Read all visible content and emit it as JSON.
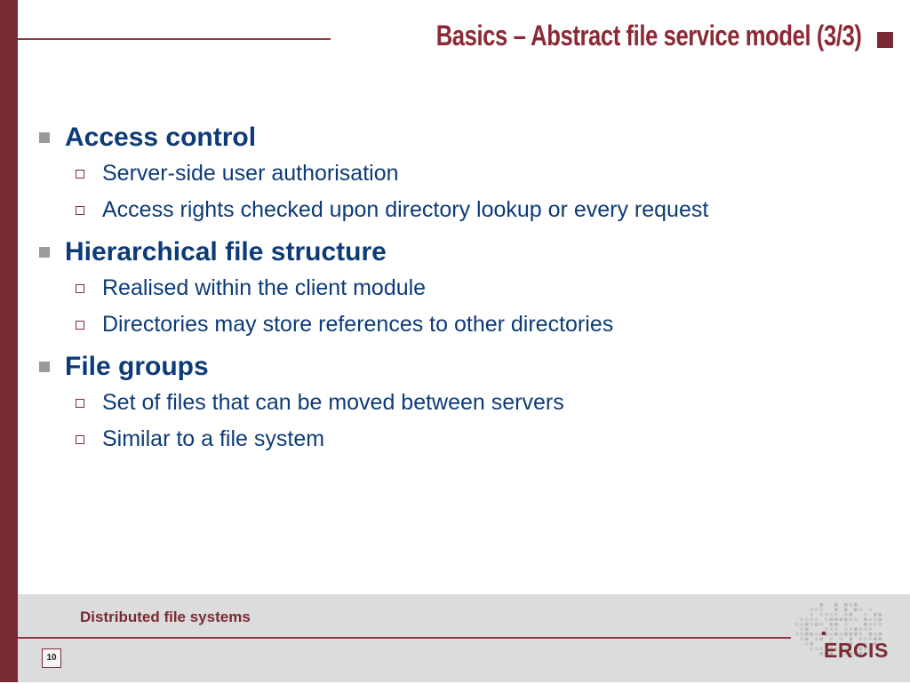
{
  "slide": {
    "title": "Basics – Abstract file service model (3/3)"
  },
  "sections": [
    {
      "heading": "Access control",
      "items": [
        "Server-side user authorisation",
        "Access rights checked upon directory lookup or every request"
      ]
    },
    {
      "heading": "Hierarchical file structure",
      "items": [
        "Realised within the client module",
        "Directories may store references to other directories"
      ]
    },
    {
      "heading": "File groups",
      "items": [
        "Set of files that can be moved between servers",
        "Similar to a file system"
      ]
    }
  ],
  "footer": {
    "course": "Distributed file systems",
    "page_number": "10",
    "logo_text": "ERCIS",
    "logo_icon": "europe-map-dots-icon"
  },
  "colors": {
    "accent": "#7a2a33",
    "title": "#8b2a36",
    "body_text": "#0d3b78",
    "footer_bg": "#dcdcdc",
    "bullet_gray": "#9a9a9a"
  }
}
